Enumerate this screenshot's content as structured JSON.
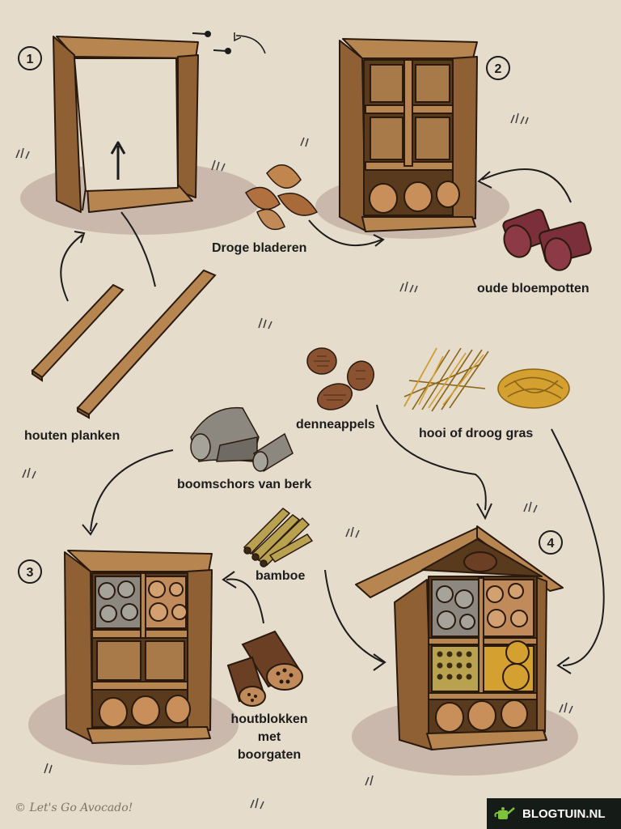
{
  "steps": [
    "1",
    "2",
    "3",
    "4"
  ],
  "labels": {
    "planks": "houten planken",
    "leaves": "Droge bladeren",
    "flowerpots": "oude bloempotten",
    "pinecones": "denneappels",
    "hay": "hooi of droog gras",
    "bark": "boomschors van berk",
    "bamboo": "bamboe",
    "logs_line1": "houtblokken",
    "logs_line2": "met boorgaten"
  },
  "credit": "© Let's Go Avocado!",
  "brand": "BLOGTUIN.NL",
  "colors": {
    "background": "#e6dccb",
    "wood": "#9a6a3c",
    "wood_light": "#c4955a",
    "shadow": "#c9b8ab",
    "pot": "#7a2f3a",
    "brand_bg": "#151b16",
    "brand_icon": "#7cc23a"
  }
}
